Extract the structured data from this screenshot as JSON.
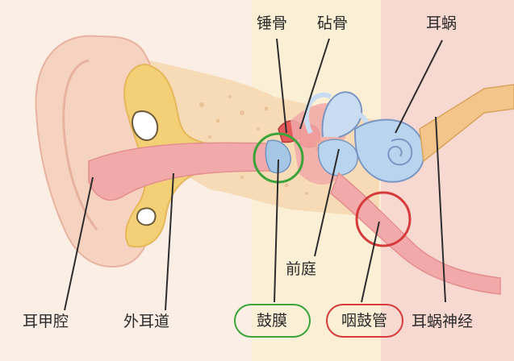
{
  "labels": {
    "malleus": "锤骨",
    "incus": "砧骨",
    "cochlea": "耳蜗",
    "concha": "耳甲腔",
    "ear_canal": "外耳道",
    "vestibule": "前庭",
    "eardrum": "鼓膜",
    "eustachian_tube": "咽鼓管",
    "cochlear_nerve": "耳蜗神经"
  },
  "colors": {
    "highlight_green": "#3aa33a",
    "highlight_red": "#d63a3a",
    "leader_line": "#2d2d2d",
    "skin": "#f6d2c1",
    "cartilage": "#f3cf75",
    "bone": "#f6dbb6",
    "canal_pink": "#f2a9a9",
    "cochlea_blue": "#b9d4ee",
    "nerve_orange": "#f4c58a"
  }
}
